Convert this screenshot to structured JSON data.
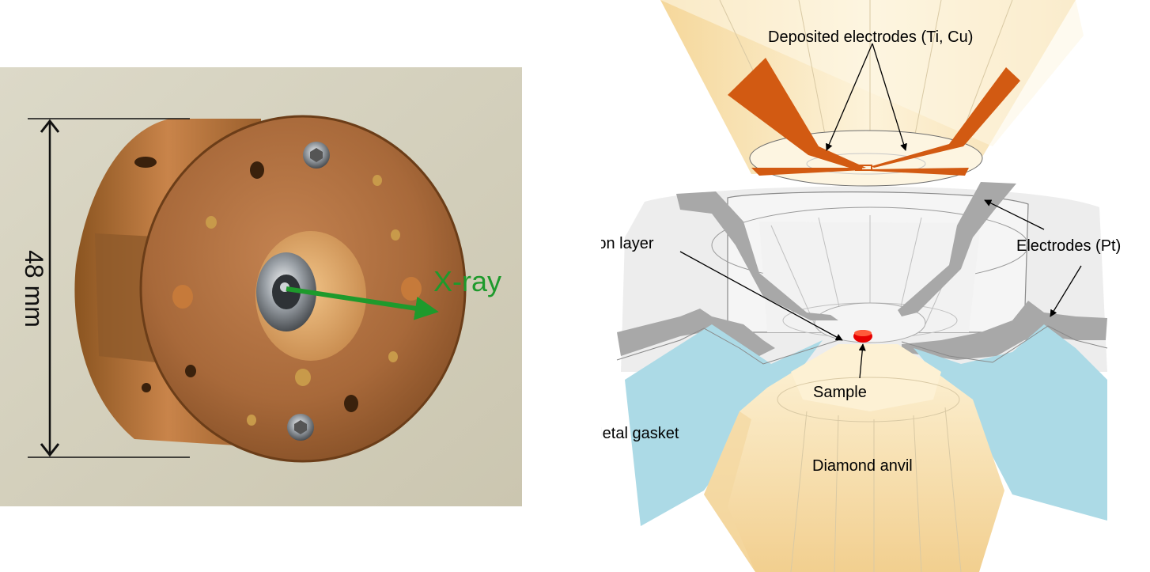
{
  "photo": {
    "dimension_label": "48 mm",
    "beam_label": "X-ray",
    "beam_color": "#1e9a2c"
  },
  "diagram": {
    "labels": {
      "deposited_electrodes": "Deposited electrodes (Ti, Cu)",
      "electrodes_pt": "Electrodes (Pt)",
      "insulation_layer": "Insulation layer",
      "sample": "Sample",
      "metal_gasket": "Metal gasket",
      "diamond_anvil": "Diamond anvil"
    },
    "colors": {
      "diamond": "#fbe9c0",
      "deposited_electrode": "#d25a12",
      "platinum_electrode": "#a8a8a8",
      "insulation": "#ededed",
      "gasket": "#acdae6",
      "sample": "#e60000"
    }
  }
}
